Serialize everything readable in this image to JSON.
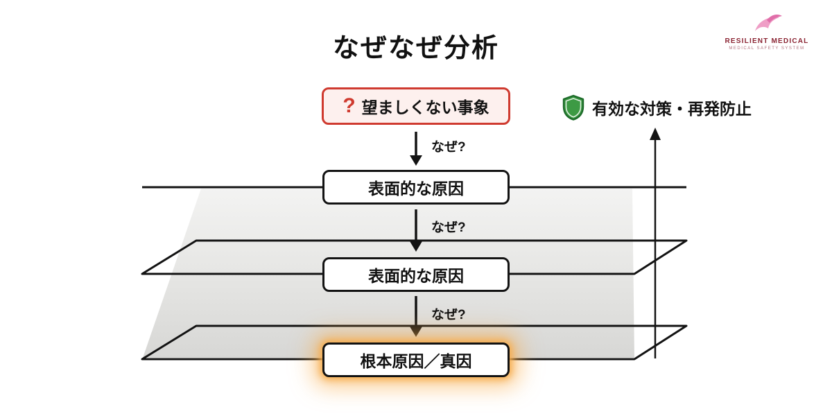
{
  "title": "なぜなぜ分析",
  "logo": {
    "brand": "RESILIENT MEDICAL",
    "tagline": "MEDICAL SAFETY SYSTEM"
  },
  "event_box": {
    "icon": "?",
    "label": "望ましくない事象"
  },
  "countermeasure": {
    "label": "有効な対策・再発防止"
  },
  "why_labels": [
    "なぜ?",
    "なぜ?",
    "なぜ?"
  ],
  "cause_boxes": [
    {
      "label": "表面的な原因"
    },
    {
      "label": "表面的な原因"
    },
    {
      "label": "根本原因／真因"
    }
  ],
  "colors": {
    "event_border": "#cf3a2f",
    "event_bg": "#fdf0ee",
    "question_red": "#cf3a2f",
    "shield_green": "#3d9a44",
    "glow_orange": "#f7ad4d",
    "line_black": "#131313",
    "brand_maroon": "#8a2332",
    "brand_pink": "#ef9ec6"
  }
}
